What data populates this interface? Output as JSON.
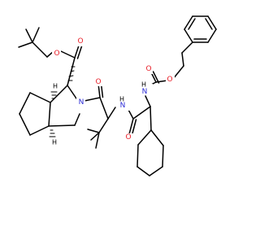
{
  "colors": {
    "bond": "#000000",
    "oxygen": "#e8202a",
    "nitrogen": "#2b2bd6",
    "background": "#ffffff"
  },
  "atoms": {
    "o_ester_carbonyl": "O",
    "o_ester_link": "O",
    "o_amide_ring": "O",
    "n_ring": "N",
    "n_amide_mid": "N",
    "h_amide_mid": "H",
    "o_amide_lower": "O",
    "n_carbamate": "N",
    "h_carbamate": "H",
    "o_carbamate_link": "O",
    "o_carbamate_carbonyl": "O",
    "h_ring_top": "H",
    "h_ring_bottom": "H"
  }
}
